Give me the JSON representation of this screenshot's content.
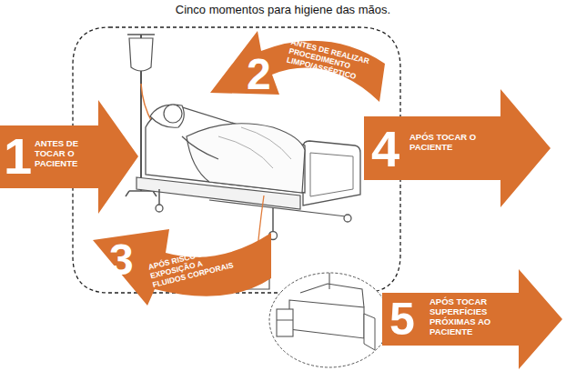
{
  "diagram": {
    "title": "Cinco momentos para higiene das mãos.",
    "nodes": [
      {
        "text": [
          "1",
          "ANTES DE TOCAR O PACIENTE"
        ]
      },
      {
        "text": [
          "2",
          "ANTES DE REALIZAR PROCEDIMENTO LIMPO/ASSÉPTICO"
        ]
      },
      {
        "text": [
          "3",
          "APÓS RISCO DE EXPOSIÇÃO A FLUIDOS CORPORAIS"
        ]
      },
      {
        "text": [
          "4",
          "APÓS TOCAR O PACIENTE"
        ]
      },
      {
        "text": [
          "5",
          "APÓS TOCAR SUPERFÍCIES PRÓXIMAS AO PACIENTE"
        ]
      }
    ]
  }
}
